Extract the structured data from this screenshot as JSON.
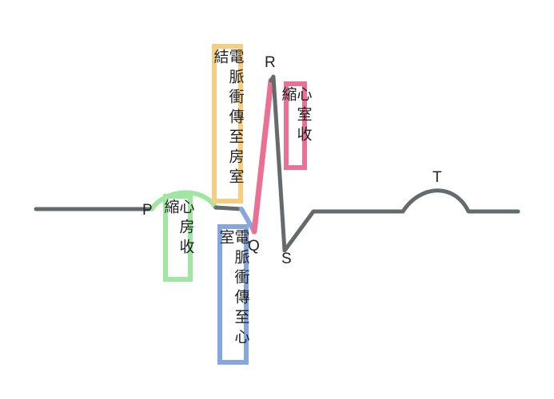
{
  "colors": {
    "baseline": "#656b6d",
    "atrial": "#9fe6a0",
    "av_node": "#f5cf7f",
    "ventricle_conduction": "#86a6df",
    "ventricular": "#ea7194"
  },
  "waves": {
    "p": "P",
    "q": "Q",
    "r": "R",
    "s": "S",
    "t": "T"
  },
  "annotations": {
    "atrial_contraction": "心房收縮",
    "impulse_to_av_node": "電脈衝傳至房室結",
    "impulse_to_ventricles": "電脈衝傳至心室",
    "ventricular_contraction": "心室收縮"
  }
}
